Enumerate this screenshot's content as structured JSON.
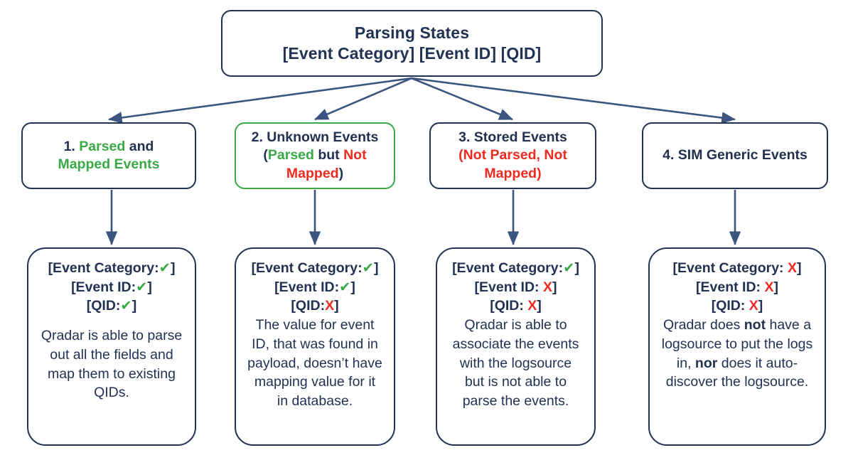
{
  "diagram": {
    "root": {
      "line1": "Parsing States",
      "line2": "[Event Category] [Event ID] [QID]"
    },
    "colors": {
      "border": "#22314f",
      "green": "#3aa945",
      "red": "#ee2a20",
      "text": "#22314f",
      "arrow": "#3c5580",
      "box2_border": "#3aa945"
    },
    "states": [
      {
        "name": "parsed-and-mapped-events",
        "number": "1.",
        "parts": [
          {
            "t": " Parsed",
            "c": "grn"
          },
          {
            "t": " and",
            "c": "dark"
          },
          {
            "t": "\nMapped Events",
            "c": "grn"
          }
        ],
        "plain": "1. Parsed and Mapped Events"
      },
      {
        "name": "unknown-events",
        "number": "2.",
        "parts": [
          {
            "t": " Unknown Events",
            "c": "dark"
          },
          {
            "t": "\n(",
            "c": "dark"
          },
          {
            "t": "Parsed",
            "c": "grn"
          },
          {
            "t": " but ",
            "c": "dark"
          },
          {
            "t": "Not Mapped",
            "c": "red"
          },
          {
            "t": ")",
            "c": "dark"
          }
        ],
        "plain": "2. Unknown Events (Parsed but Not Mapped)"
      },
      {
        "name": "stored-events",
        "number": "3.",
        "parts": [
          {
            "t": " Stored Events",
            "c": "dark"
          },
          {
            "t": "\n(Not Parsed, Not Mapped)",
            "c": "red"
          }
        ],
        "plain": "3. Stored Events (Not Parsed, Not Mapped)"
      },
      {
        "name": "sim-generic-events",
        "number": "4.",
        "parts": [
          {
            "t": " SIM Generic Events",
            "c": "dark"
          }
        ],
        "plain": "4. SIM Generic Events"
      }
    ],
    "details": [
      {
        "name": "detail-parsed-and-mapped",
        "flags": [
          {
            "label": "[Event Category:",
            "mark": "✔",
            "mark_type": "check",
            "close": "]"
          },
          {
            "label": "[Event ID:",
            "mark": "✔",
            "mark_type": "check",
            "close": "]"
          },
          {
            "label": "[QID:",
            "mark": "✔",
            "mark_type": "check",
            "close": "]"
          }
        ],
        "body": "Qradar is able to parse out all the fields and map them to existing QIDs."
      },
      {
        "name": "detail-unknown-events",
        "flags": [
          {
            "label": "[Event Category:",
            "mark": "✔",
            "mark_type": "check",
            "close": "]"
          },
          {
            "label": "[Event ID:",
            "mark": "✔",
            "mark_type": "check",
            "close": "]"
          },
          {
            "label": "[QID:",
            "mark": "X",
            "mark_type": "cross",
            "close": "]"
          }
        ],
        "body": "The value for event ID, that was found in payload, doesn’t have mapping value for it in database."
      },
      {
        "name": "detail-stored-events",
        "flags": [
          {
            "label": "[Event Category:",
            "mark": "✔",
            "mark_type": "check",
            "close": "]"
          },
          {
            "label": "[Event ID: ",
            "mark": "X",
            "mark_type": "cross",
            "close": "]"
          },
          {
            "label": "[QID: ",
            "mark": "X",
            "mark_type": "cross",
            "close": "]"
          }
        ],
        "body": "Qradar is able to associate the events with the logsource but is not able to parse the events."
      },
      {
        "name": "detail-sim-generic-events",
        "flags": [
          {
            "label": "[Event Category: ",
            "mark": "X",
            "mark_type": "cross",
            "close": "]"
          },
          {
            "label": "[Event ID: ",
            "mark": "X",
            "mark_type": "cross",
            "close": "]"
          },
          {
            "label": "[QID: ",
            "mark": "X",
            "mark_type": "cross",
            "close": "]"
          }
        ],
        "body_html": "Qradar does <b>not</b> have a logsource to put the logs in, <b>nor</b> does it auto-discover the logsource.",
        "body": "Qradar does not have a logsource to put the logs in, nor does it auto-discover the logsource."
      }
    ]
  }
}
